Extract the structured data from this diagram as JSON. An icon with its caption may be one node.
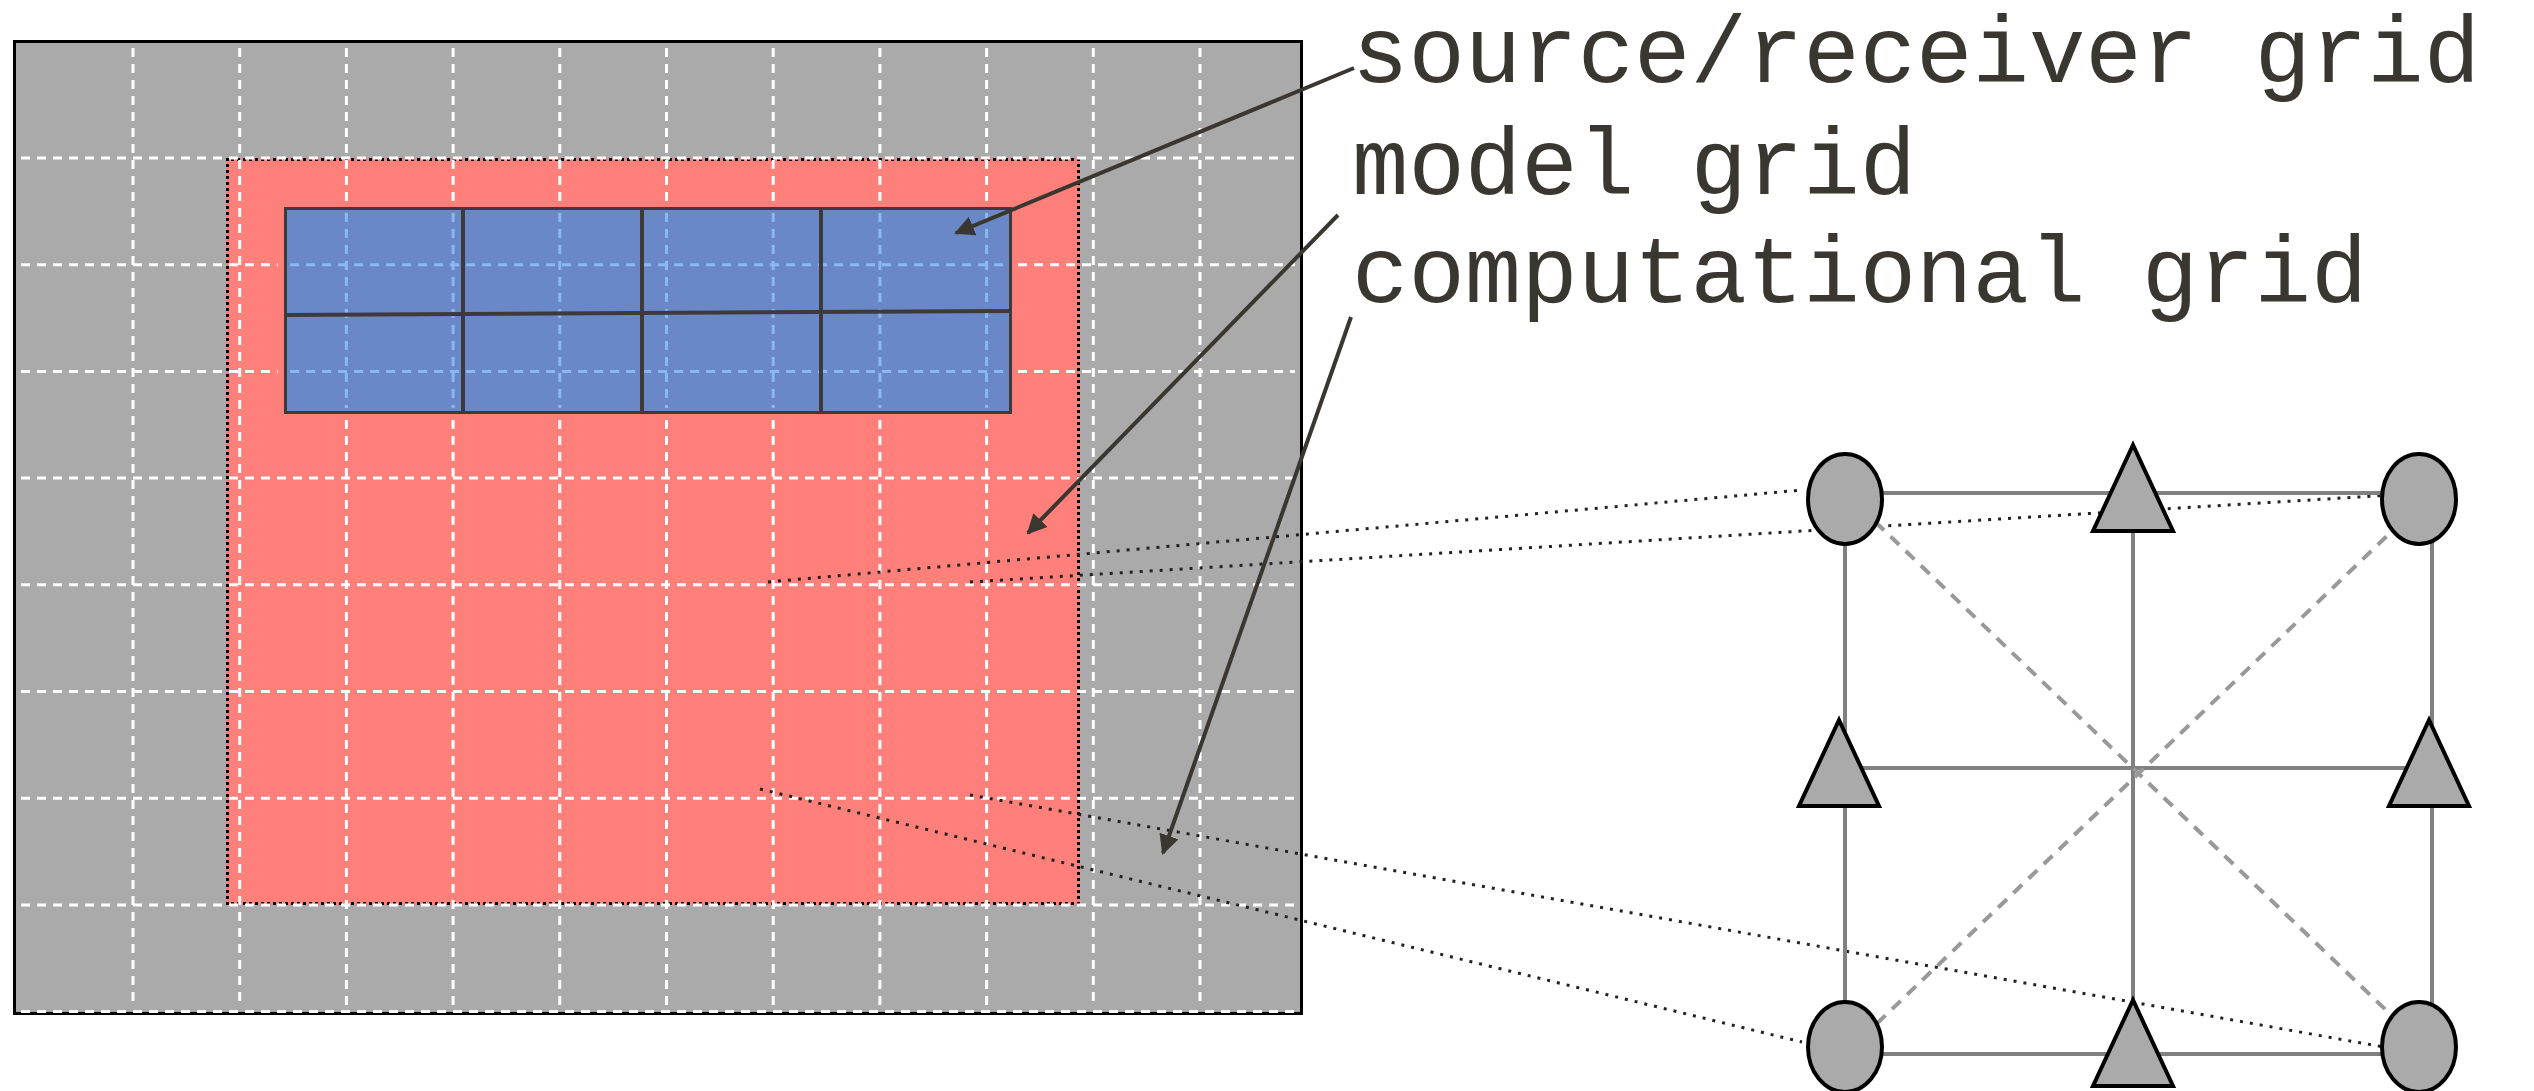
{
  "diagram": {
    "nodes": [
      {
        "text": [
          "source/receiver grid"
        ]
      },
      {
        "text": [
          "model grid"
        ]
      },
      {
        "text": [
          "computational grid"
        ]
      },
      {
        "text": [],
        "shape": "box"
      },
      {
        "text": [],
        "shape": "box",
        "in": 3
      },
      {
        "text": [],
        "shape": "box",
        "in": 4
      }
    ],
    "edges": [
      {
        "from": 0,
        "to": 5,
        "arrow": "to"
      },
      {
        "from": 1,
        "to": 4,
        "arrow": "to"
      },
      {
        "from": 2,
        "to": 3,
        "arrow": "to"
      }
    ]
  }
}
